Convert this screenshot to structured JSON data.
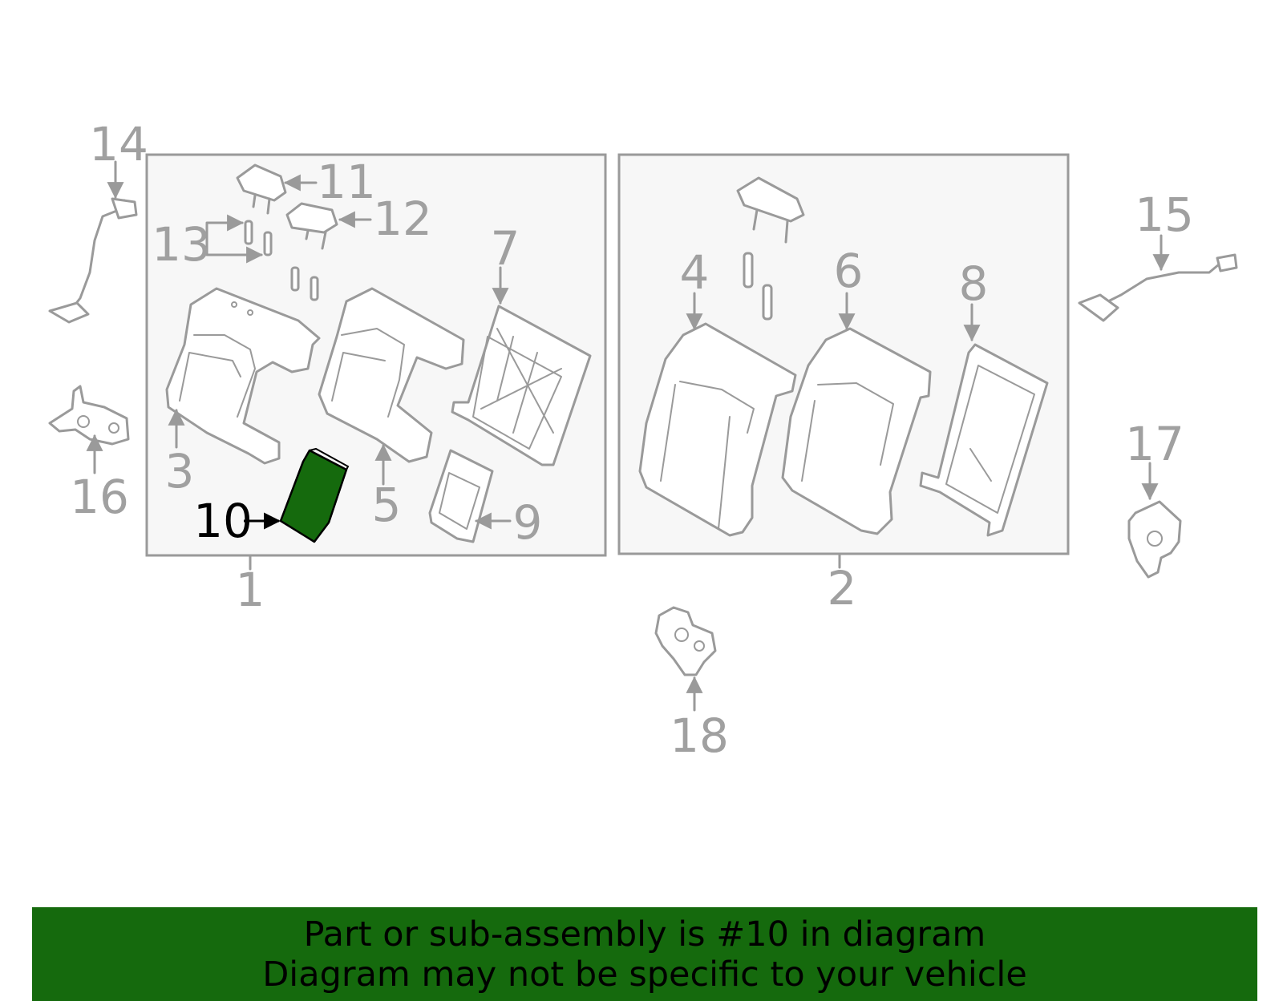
{
  "diagram": {
    "highlight_color": "#156a0d",
    "highlighted_part": "10",
    "callouts": [
      "1",
      "2",
      "3",
      "4",
      "5",
      "6",
      "7",
      "8",
      "9",
      "10",
      "11",
      "12",
      "13",
      "14",
      "15",
      "16",
      "17",
      "18"
    ]
  },
  "footer": {
    "line1": "Part or sub-assembly is #10 in diagram",
    "line2": "Diagram may not be specific to your vehicle",
    "background": "#156a0d"
  }
}
